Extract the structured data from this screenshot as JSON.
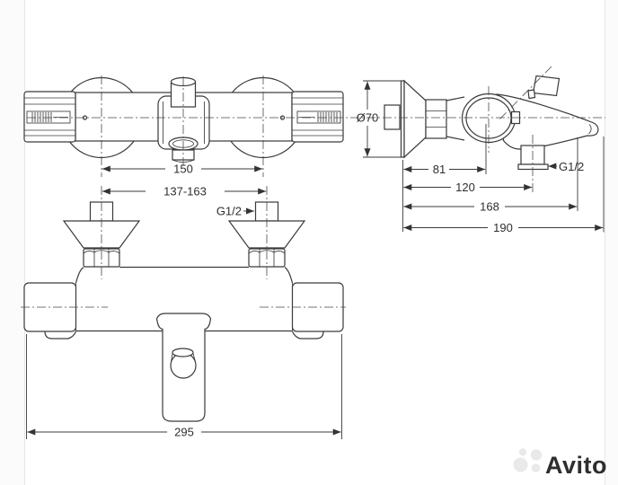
{
  "page": {
    "background": "#ffffff",
    "photo_border_color": "#e6e6e6"
  },
  "drawing": {
    "subject": "wall-mounted thermostatic bath shower mixer dimensional drawing",
    "line_color": "#3a3a3a",
    "text_color": "#2e2e2e"
  },
  "labels": {
    "top_view_center_distance": "150",
    "eccentric_span": "137-163",
    "eccentric_thread": "G1/2",
    "front_overall_width": "295",
    "escutcheon_diameter": "Ø70",
    "depth_to_handle_center": "81",
    "depth_to_spout_outlet": "120",
    "depth_to_spout_end": "168",
    "overall_depth": "190",
    "spout_thread": "G1/2"
  },
  "watermark": {
    "brand": "Avito",
    "color": "#e9e9e9"
  }
}
